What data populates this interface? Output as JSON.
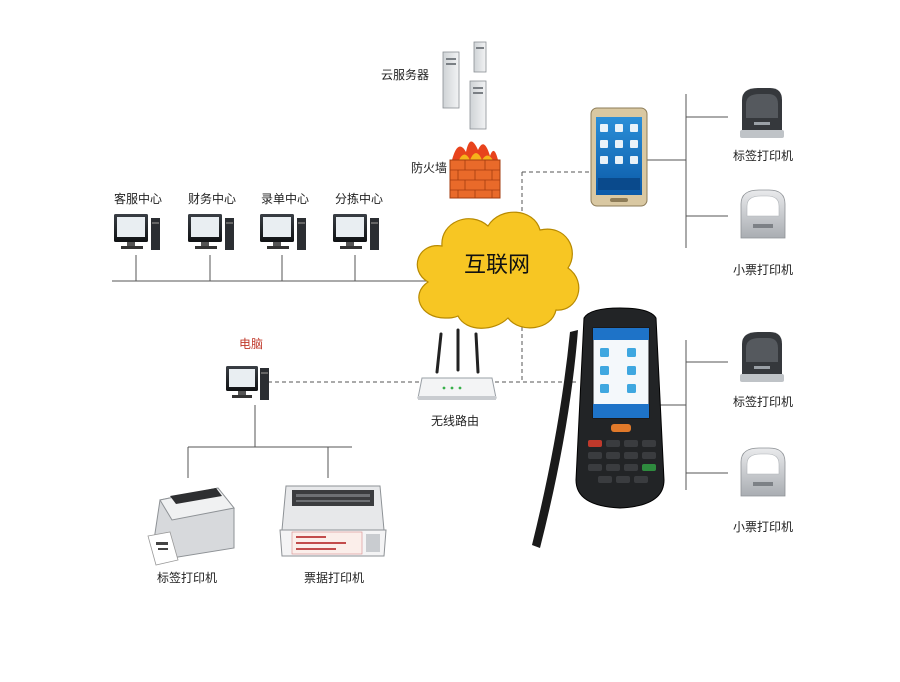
{
  "cloud": {
    "label": "互联网"
  },
  "top": {
    "cloud_server": "云服务器",
    "firewall": "防火墙"
  },
  "terminals": [
    "客服中心",
    "财务中心",
    "录单中心",
    "分拣中心"
  ],
  "router": {
    "label": "无线路由"
  },
  "pc": {
    "label": "电脑"
  },
  "bottom_printers": {
    "label_printer": "标签打印机",
    "bill_printer": "票据打印机"
  },
  "right_upper": {
    "label_printer": "标签打印机",
    "receipt_printer": "小票打印机"
  },
  "right_lower": {
    "label_printer": "标签打印机",
    "receipt_printer": "小票打印机"
  },
  "colors": {
    "cloud_fill": "#f7c623",
    "cloud_stroke": "#b88a00",
    "pc_label": "#c0392b"
  }
}
